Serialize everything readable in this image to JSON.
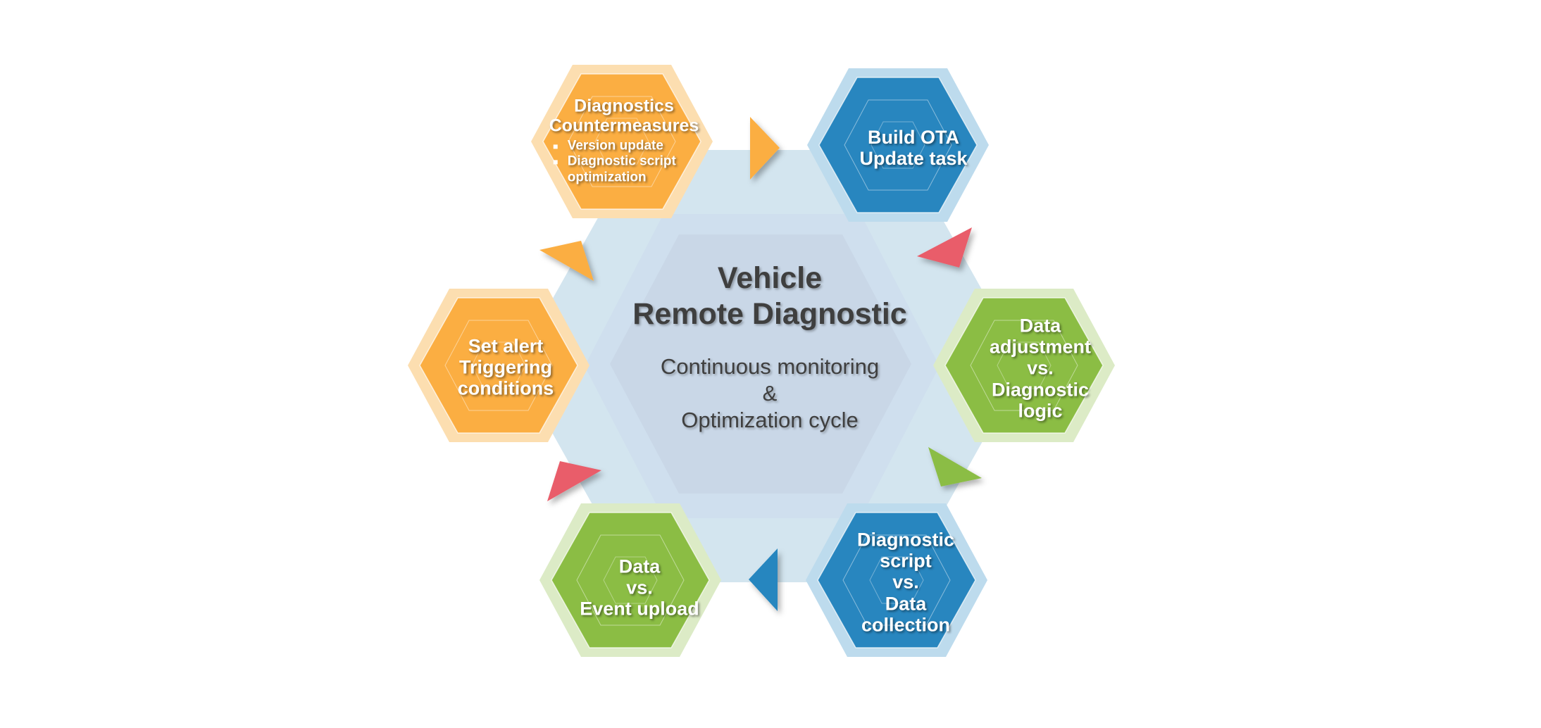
{
  "center": {
    "title_lines": [
      "Vehicle",
      "Remote Diagnostic"
    ],
    "subtitle_lines": [
      "Continuous monitoring",
      "&",
      "Optimization cycle"
    ]
  },
  "colors": {
    "orange": "#fbae42",
    "orange_light": "#fcdeb0",
    "blue": "#2886bf",
    "blue_light": "#bddbed",
    "green": "#8bbd44",
    "green_light": "#dcebc6",
    "red_arrow": "#e95d6b",
    "outer_ring": "#d3e5ef",
    "middle_ring": "#cfdfee",
    "inner_core": "#c9d7e7",
    "center_text": "#3f3f3f"
  },
  "nodes": [
    {
      "id": "diagnostics-countermeasures",
      "color": "orange",
      "title_lines": [
        "Diagnostics",
        "Countermeasures"
      ],
      "bullets": [
        "Version update",
        "Diagnostic script optimization"
      ]
    },
    {
      "id": "build-ota-update-task",
      "color": "blue",
      "lines": [
        "Build OTA",
        "Update task"
      ]
    },
    {
      "id": "data-adjustment-vs-diagnostic-logic",
      "color": "green",
      "lines": [
        "Data",
        "adjustment",
        "vs.",
        "Diagnostic",
        "logic"
      ]
    },
    {
      "id": "diagnostic-script-vs-data-collection",
      "color": "blue",
      "lines": [
        "Diagnostic",
        "script",
        "vs.",
        "Data",
        "collection"
      ]
    },
    {
      "id": "data-vs-event-upload",
      "color": "green",
      "lines": [
        "Data",
        "vs.",
        "Event upload"
      ]
    },
    {
      "id": "set-alert-triggering-conditions",
      "color": "orange",
      "lines": [
        "Set alert",
        "Triggering",
        "conditions"
      ]
    }
  ],
  "arrows": [
    {
      "from": "diagnostics-countermeasures",
      "to": "build-ota-update-task",
      "color": "orange",
      "icon": "triangle-right-icon"
    },
    {
      "from": "build-ota-update-task",
      "to": "data-adjustment-vs-diagnostic-logic",
      "color": "red_arrow",
      "icon": "triangle-icon"
    },
    {
      "from": "data-adjustment-vs-diagnostic-logic",
      "to": "diagnostic-script-vs-data-collection",
      "color": "green",
      "icon": "triangle-icon"
    },
    {
      "from": "diagnostic-script-vs-data-collection",
      "to": "data-vs-event-upload",
      "color": "blue",
      "icon": "triangle-left-icon"
    },
    {
      "from": "data-vs-event-upload",
      "to": "set-alert-triggering-conditions",
      "color": "red_arrow",
      "icon": "triangle-icon"
    },
    {
      "from": "set-alert-triggering-conditions",
      "to": "diagnostics-countermeasures",
      "color": "orange",
      "icon": "triangle-icon"
    }
  ]
}
